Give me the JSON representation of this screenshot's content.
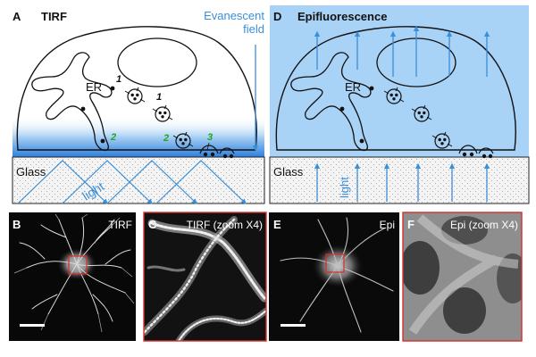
{
  "panel_a": {
    "letter": "A",
    "title": "TIRF",
    "field_label_line1": "Evanescent",
    "field_label_line2": "field",
    "er_label": "ER",
    "glass_label": "Glass",
    "light_label": "light",
    "markers": {
      "m1a": "1",
      "m1b": "1",
      "m2a": "2",
      "m2b": "2",
      "m3": "3"
    }
  },
  "panel_d": {
    "letter": "D",
    "title": "Epifluorescence",
    "er_label": "ER",
    "glass_label": "Glass",
    "light_label": "light"
  },
  "micrographs": {
    "b": {
      "letter": "B",
      "caption": "TIRF"
    },
    "c": {
      "letter": "C",
      "caption": "TIRF (zoom X4)"
    },
    "e": {
      "letter": "E",
      "caption": "Epi"
    },
    "f": {
      "letter": "F",
      "caption": "Epi (zoom X4)"
    }
  },
  "colors": {
    "arrow_blue": "#3a8fd8",
    "epi_field": "#a9d2f7",
    "marker_green": "#1fa51f",
    "zoom_border": "#d4302a",
    "glass_bg": "#f4f4f4"
  }
}
